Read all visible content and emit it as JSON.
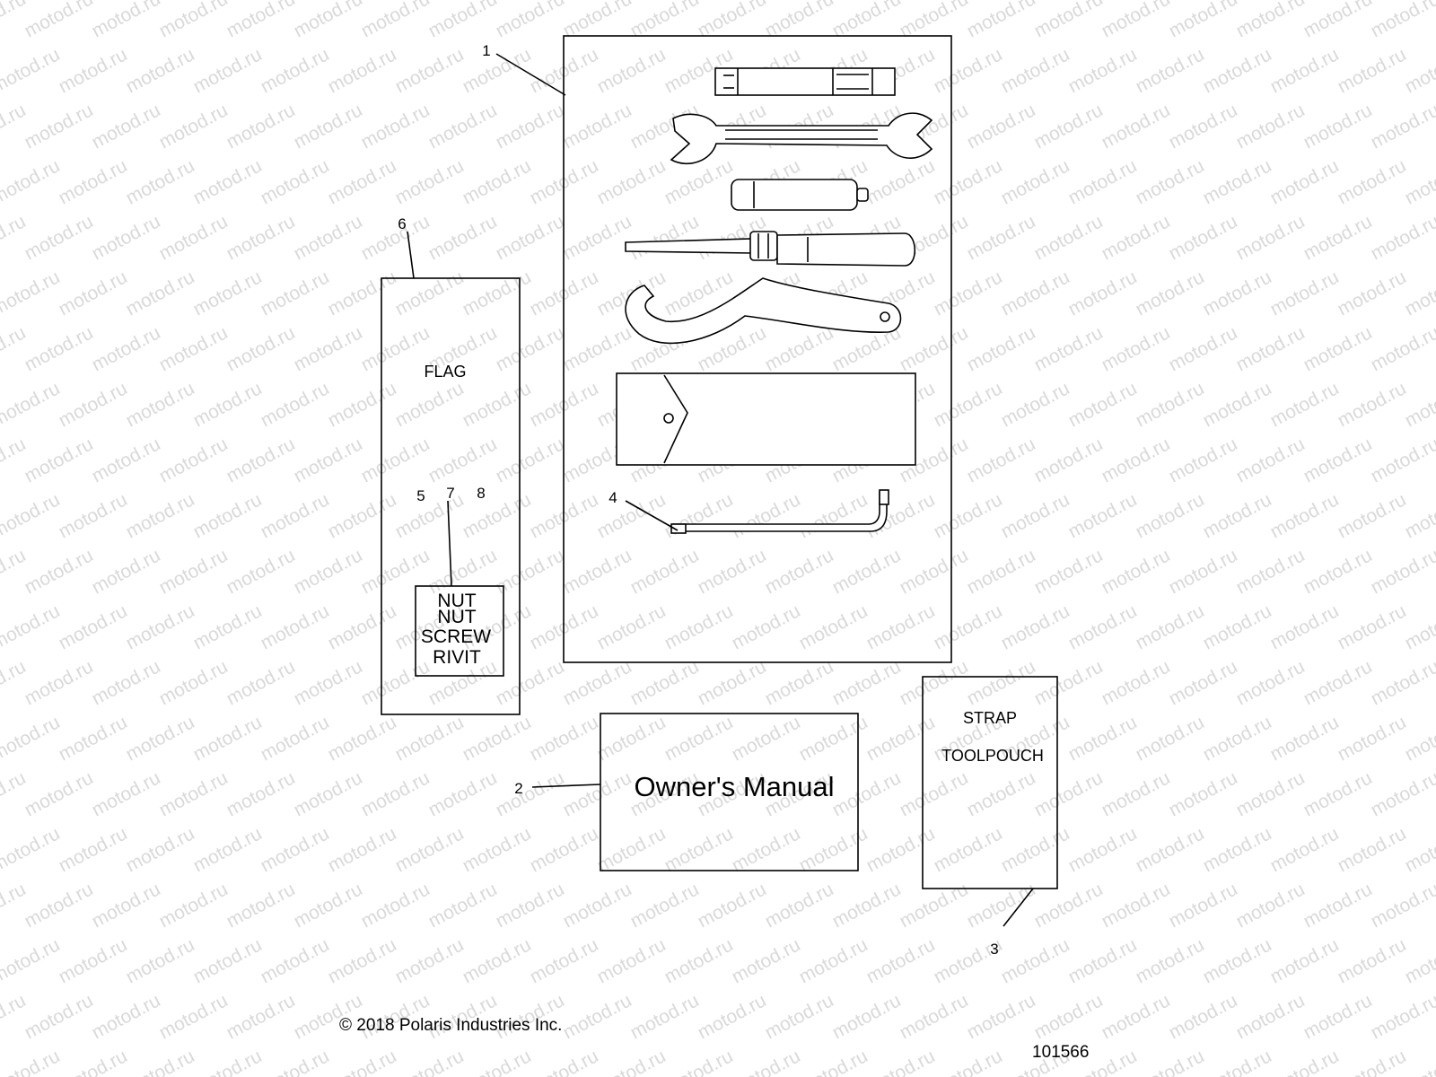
{
  "watermark": "motod.ru",
  "callouts": {
    "c1": "1",
    "c2": "2",
    "c3": "3",
    "c4": "4",
    "c5": "5",
    "c6": "6",
    "c7": "7",
    "c8": "8"
  },
  "flag_bag": {
    "label": "FLAG",
    "hardware_lines": [
      "NUT",
      "NUT",
      "SCREW",
      "RIVIT"
    ]
  },
  "owners_manual": {
    "label": "Owner's Manual"
  },
  "strap_pouch": {
    "line1": "STRAP",
    "line2": "TOOLPOUCH"
  },
  "footer": {
    "copyright": "© 2018 Polaris Industries Inc.",
    "figure_number": "101566"
  }
}
